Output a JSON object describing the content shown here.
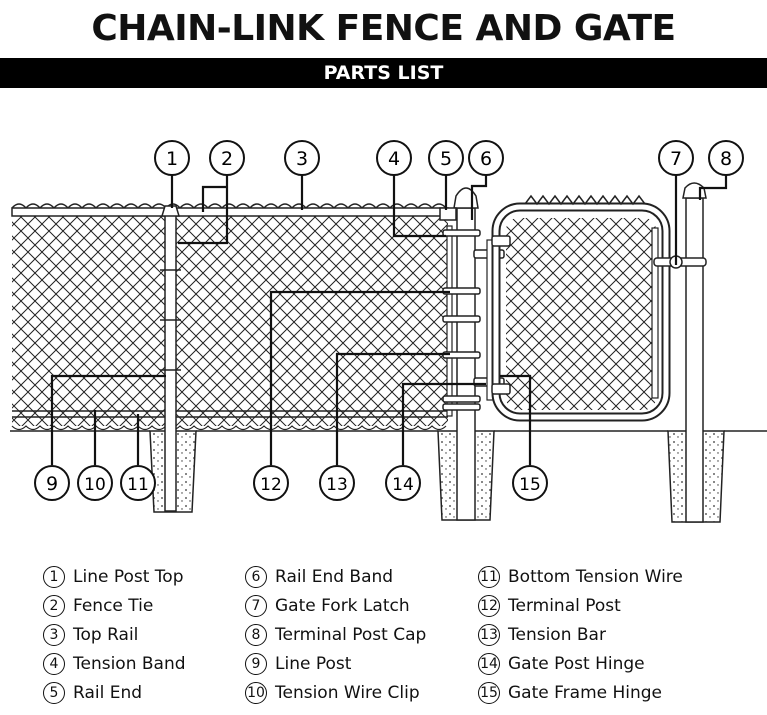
{
  "header": {
    "title": "CHAIN-LINK FENCE AND GATE",
    "banner": "PARTS LIST"
  },
  "callouts": [
    "1",
    "2",
    "3",
    "4",
    "5",
    "6",
    "7",
    "8",
    "9",
    "10",
    "11",
    "12",
    "13",
    "14",
    "15"
  ],
  "legend": {
    "col1": [
      {
        "num": "1",
        "label": "Line Post Top"
      },
      {
        "num": "2",
        "label": "Fence Tie"
      },
      {
        "num": "3",
        "label": "Top Rail"
      },
      {
        "num": "4",
        "label": "Tension Band"
      },
      {
        "num": "5",
        "label": "Rail End"
      }
    ],
    "col2": [
      {
        "num": "6",
        "label": "Rail End Band"
      },
      {
        "num": "7",
        "label": "Gate Fork Latch"
      },
      {
        "num": "8",
        "label": "Terminal Post Cap"
      },
      {
        "num": "9",
        "label": "Line Post"
      },
      {
        "num": "10",
        "label": "Tension Wire Clip"
      }
    ],
    "col3": [
      {
        "num": "11",
        "label": "Bottom Tension Wire"
      },
      {
        "num": "12",
        "label": "Terminal Post"
      },
      {
        "num": "13",
        "label": "Tension Bar"
      },
      {
        "num": "14",
        "label": "Gate Post Hinge"
      },
      {
        "num": "15",
        "label": "Gate Frame Hinge"
      }
    ]
  }
}
